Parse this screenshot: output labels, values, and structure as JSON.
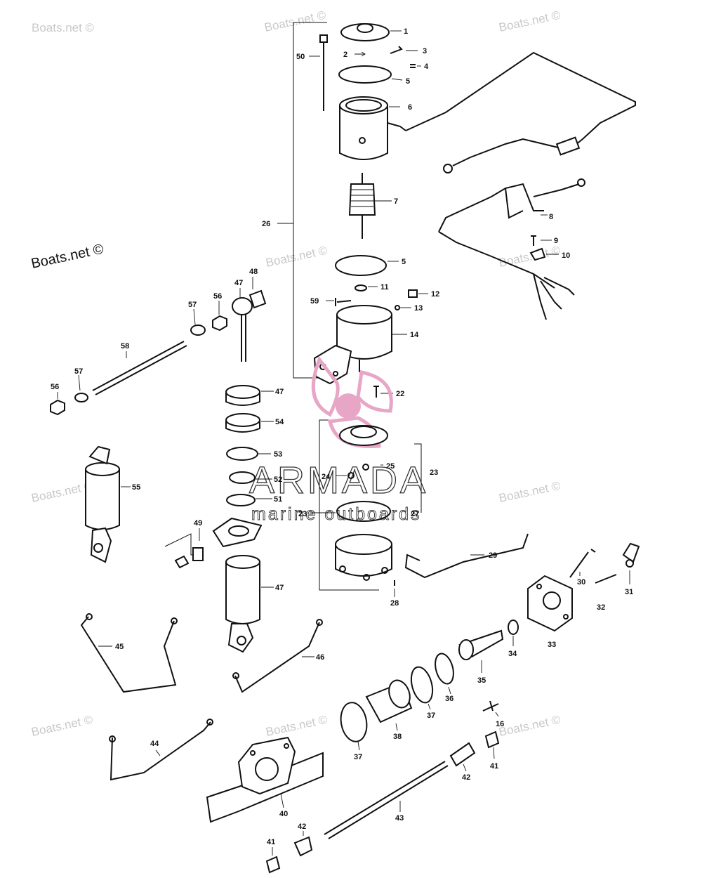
{
  "watermarks": {
    "site": "Boats.net ©"
  },
  "logo": {
    "title": "ARMADA",
    "subtitle": "marine outboards",
    "accent_color": "#e8a6c6"
  },
  "labels": {
    "p1": "1",
    "p2": "2",
    "p3": "3",
    "p4": "4",
    "p5a": "5",
    "p5b": "5",
    "p6": "6",
    "p7": "7",
    "p8": "8",
    "p9": "9",
    "p10": "10",
    "p11": "11",
    "p12": "12",
    "p13": "13",
    "p14": "14",
    "p16": "16",
    "p22": "22",
    "p23a": "23",
    "p23b": "23",
    "p24": "24",
    "p25": "25",
    "p26": "26",
    "p27": "27",
    "p28": "28",
    "p29": "29",
    "p30": "30",
    "p31": "31",
    "p32": "32",
    "p33": "33",
    "p34": "34",
    "p35": "35",
    "p36": "36",
    "p37a": "37",
    "p37b": "37",
    "p38": "38",
    "p40": "40",
    "p41a": "41",
    "p41b": "41",
    "p42a": "42",
    "p42b": "42",
    "p43": "43",
    "p44": "44",
    "p45": "45",
    "p46": "46",
    "p47a": "47",
    "p47b": "47",
    "p47c": "47",
    "p48": "48",
    "p49": "49",
    "p50": "50",
    "p51": "51",
    "p52": "52",
    "p53": "53",
    "p54": "54",
    "p55": "55",
    "p56a": "56",
    "p56b": "56",
    "p57a": "57",
    "p57b": "57",
    "p58": "58",
    "p59": "59"
  }
}
